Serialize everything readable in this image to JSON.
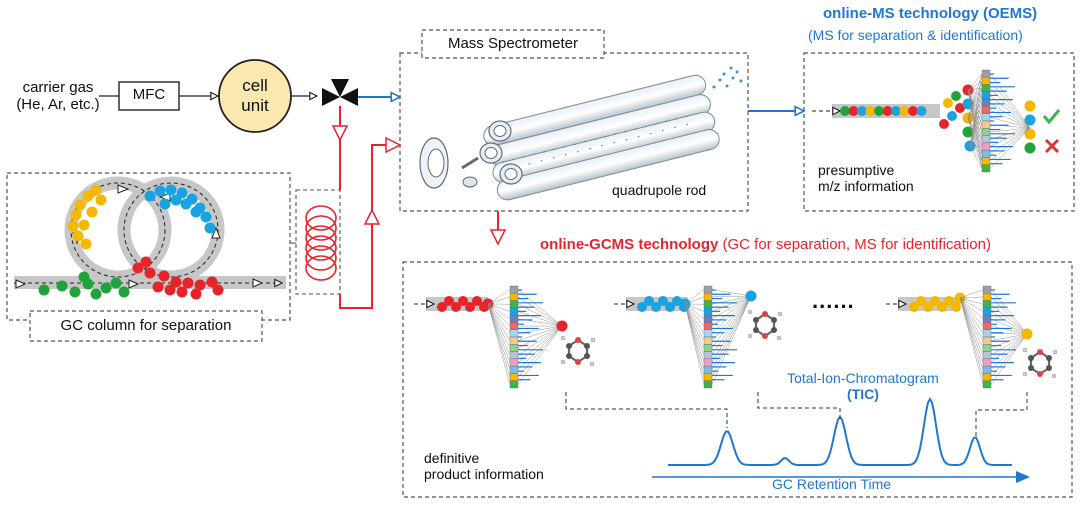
{
  "labels": {
    "carrier_gas_line1": "carrier gas",
    "carrier_gas_line2": "(He, Ar, etc.)",
    "mfc": "MFC",
    "cell_line1": "cell",
    "cell_line2": "unit",
    "mass_spectrometer": "Mass Spectrometer",
    "quadrupole_rod": "quadrupole rod",
    "gc_column": "GC column for separation",
    "presumptive_line1": "presumptive",
    "presumptive_line2": "m/z information",
    "ellipsis": "......",
    "tic_line1": "Total-Ion-Chromatogram",
    "tic_line2": "(TIC)",
    "definitive_line1": "definitive",
    "definitive_line2": "product information",
    "gc_retention_time": "GC Retention Time"
  },
  "oems": {
    "title": "online-MS technology (OEMS)",
    "subtitle": "(MS for separation & identification)"
  },
  "gcms": {
    "title_bold": "online-GCMS technology",
    "title_rest": " (GC for separation, MS for identification)"
  },
  "colors": {
    "blue": "#1f77d0",
    "red": "#e8242b",
    "yellow": "#f5b800",
    "green": "#1fa33a",
    "cyan": "#1aa3e0",
    "cell_fill": "#fbe7b0",
    "gray_bar": "#c7c7c7",
    "check": "#3cb54a",
    "cross": "#e0342e"
  }
}
